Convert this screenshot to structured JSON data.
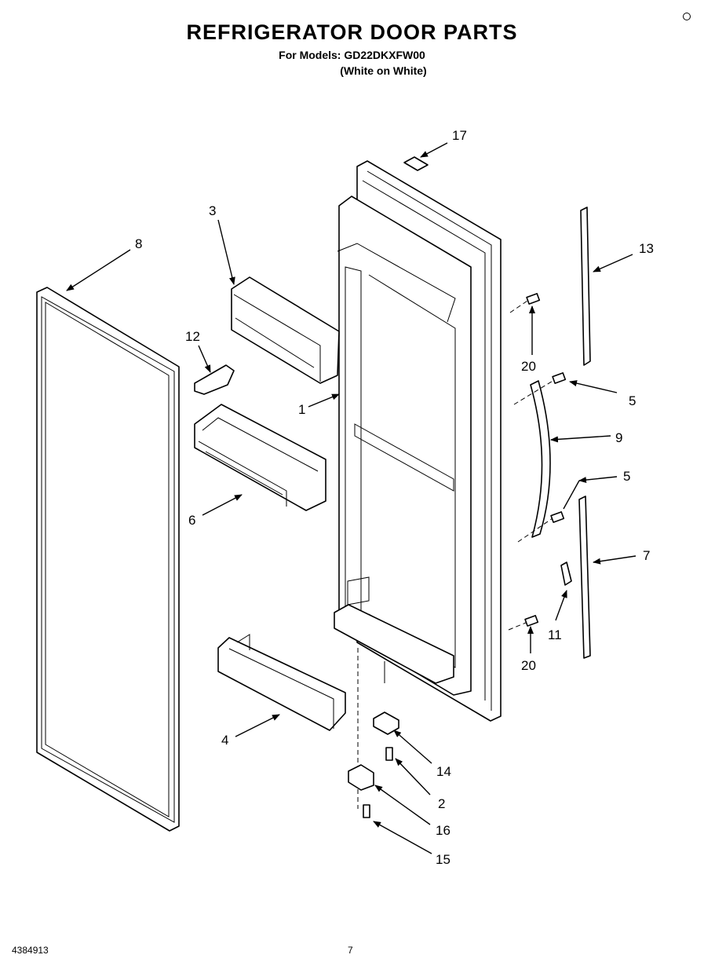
{
  "header": {
    "title": "REFRIGERATOR DOOR PARTS",
    "models_line": "For Models: GD22DKXFW00",
    "color_line": "(White on White)"
  },
  "footer": {
    "doc_number": "4384913",
    "page_number": "7"
  },
  "callouts": {
    "c1": "1",
    "c2": "2",
    "c3": "3",
    "c4": "4",
    "c5a": "5",
    "c5b": "5",
    "c6": "6",
    "c7": "7",
    "c8": "8",
    "c9": "9",
    "c11": "11",
    "c12": "12",
    "c13": "13",
    "c14": "14",
    "c15": "15",
    "c16": "16",
    "c17": "17",
    "c20a": "20",
    "c20b": "20"
  }
}
